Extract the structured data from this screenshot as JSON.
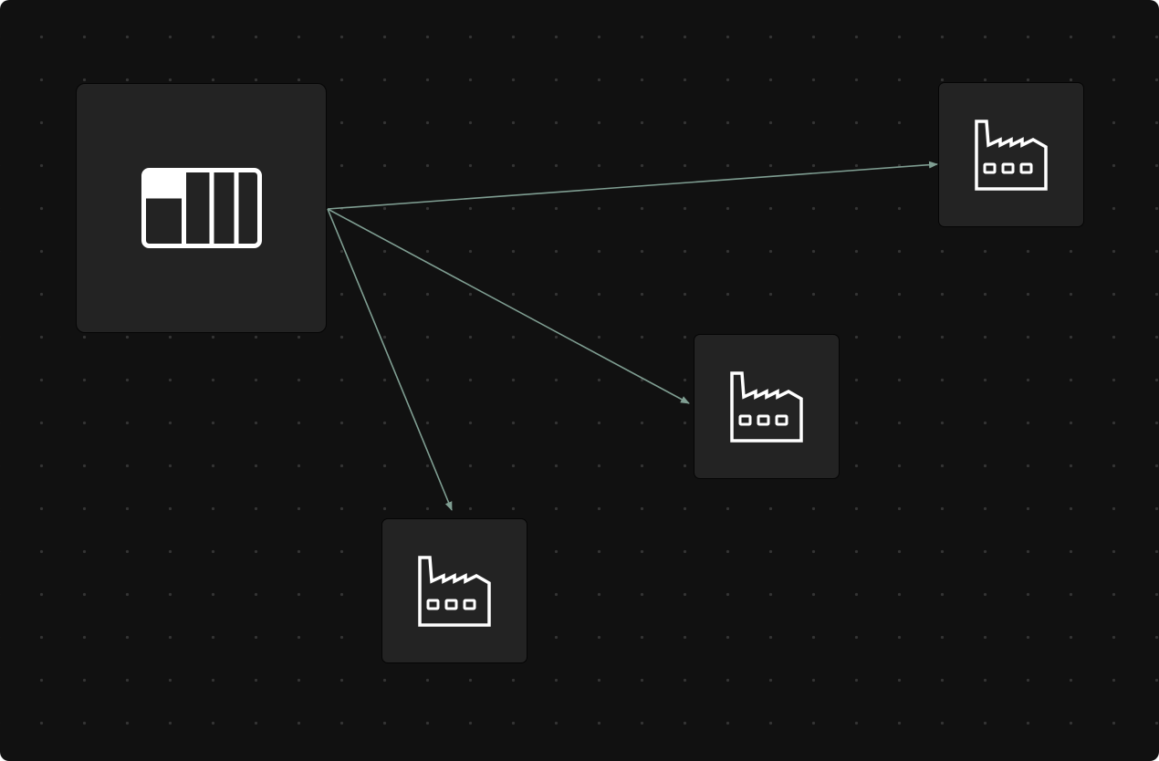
{
  "canvas": {
    "background": "#111111",
    "dot_color": "#343434",
    "node_fill": "#232323",
    "edge_color": "#7f9e92",
    "icon_color": "#ffffff"
  },
  "nodes": [
    {
      "id": "source",
      "icon": "dashboard-layout-icon"
    },
    {
      "id": "factory-1",
      "icon": "factory-icon"
    },
    {
      "id": "factory-2",
      "icon": "factory-icon"
    },
    {
      "id": "factory-3",
      "icon": "factory-icon"
    }
  ],
  "edges": [
    {
      "from": "source",
      "to": "factory-1"
    },
    {
      "from": "source",
      "to": "factory-2"
    },
    {
      "from": "source",
      "to": "factory-3"
    }
  ]
}
